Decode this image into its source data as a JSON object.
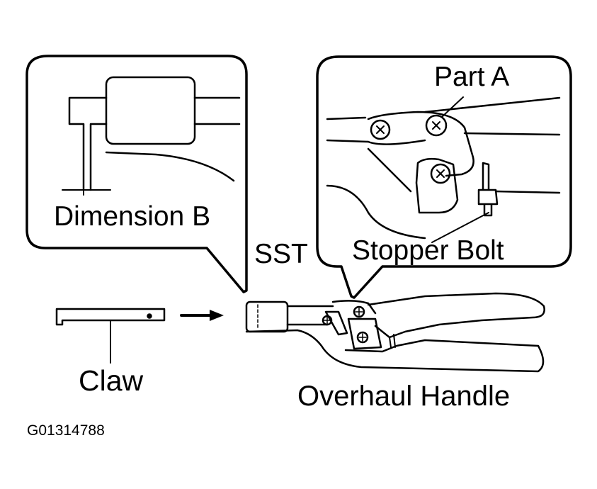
{
  "labels": {
    "dimension_b": "Dimension B",
    "part_a": "Part A",
    "stopper_bolt": "Stopper Bolt",
    "sst": "SST",
    "claw": "Claw",
    "overhaul_handle": "Overhaul Handle",
    "figure_id": "G01314788"
  },
  "colors": {
    "ink": "#000000",
    "paper": "#ffffff"
  }
}
